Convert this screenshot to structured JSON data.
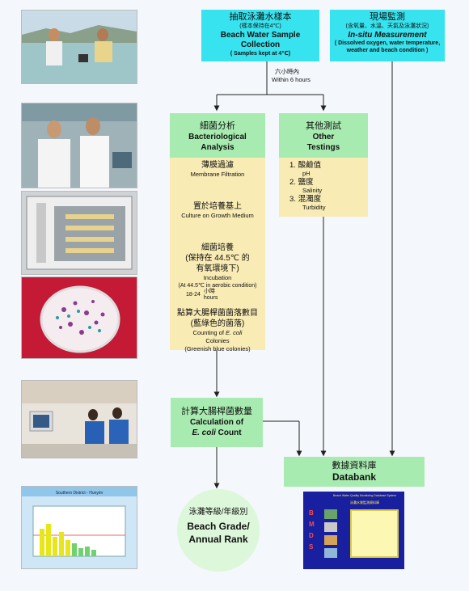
{
  "collection": {
    "zh": "抽取泳灘水樣本",
    "note_zh": "(樣本保持在4℃)",
    "en": "Beach Water Sample Collection",
    "note_en": "( Samples kept at 4℃)"
  },
  "insitu": {
    "zh": "現場監測",
    "note_zh": "(含氧量、水溫、天氣及泳灘狀況)",
    "en": "In-situ Measurement",
    "note_en": "( Dissolved oxygen, water temperature, weather and beach condition )"
  },
  "within": {
    "zh": "六小時內",
    "en": "Within 6 hours"
  },
  "bacteriological": {
    "zh": "細菌分析",
    "en": "Bacteriological Analysis"
  },
  "other": {
    "zh": "其他測試",
    "en": "Other Testings"
  },
  "steps": {
    "filtration": {
      "zh": "薄膜過濾",
      "en": "Membrane Filtration"
    },
    "culture": {
      "zh": "置於培養基上",
      "en": "Culture on Growth Medium"
    },
    "incubation": {
      "zh1": "細菌培養",
      "zh2": "(保持在 44.5℃ 的",
      "zh3": "有氧環境下)",
      "en1": "Incubation",
      "en2": "(At 44.5℃ in aerobic condition)"
    },
    "duration": {
      "value": "18-24",
      "zh": "小時",
      "en": "hours"
    },
    "counting": {
      "zh1": "點算大腸桿菌菌落數目",
      "zh2": "(藍綠色的菌落)",
      "en1": "Counting of",
      "en1_italic": "E. coli",
      "en2": "Colonies",
      "en3": "(Greenish blue colonies)"
    }
  },
  "other_tests": [
    {
      "num": "1.",
      "zh": "酸鹼值",
      "en": "pH"
    },
    {
      "num": "2.",
      "zh": "鹽度",
      "en": "Salinity"
    },
    {
      "num": "3.",
      "zh": "混濁度",
      "en": "Turbidity"
    }
  ],
  "calculation": {
    "zh": "計算大腸桿菌數量",
    "en1": "Calculation of",
    "en2_italic": "E. coli",
    "en2": "Count"
  },
  "databank": {
    "zh": "數據資料庫",
    "en": "Databank"
  },
  "grade": {
    "zh": "泳灘等級/年級別",
    "en1": "Beach Grade/",
    "en2": "Annual Rank"
  },
  "bmds": {
    "letters": [
      "B",
      "M",
      "D",
      "S"
    ],
    "title": "Beach Water Quality Monitoring Database System",
    "title_zh": "泳灘水質監測資料庫"
  },
  "chart_thumb": {
    "title": "Southern District - Hunyim"
  },
  "colors": {
    "cyan_box": "#37e3ee",
    "green_box": "#a8ebb0",
    "tan_box": "#f8ebb3",
    "grade_circle": "#dcf7d9",
    "bmds_bg": "#1820a0"
  }
}
